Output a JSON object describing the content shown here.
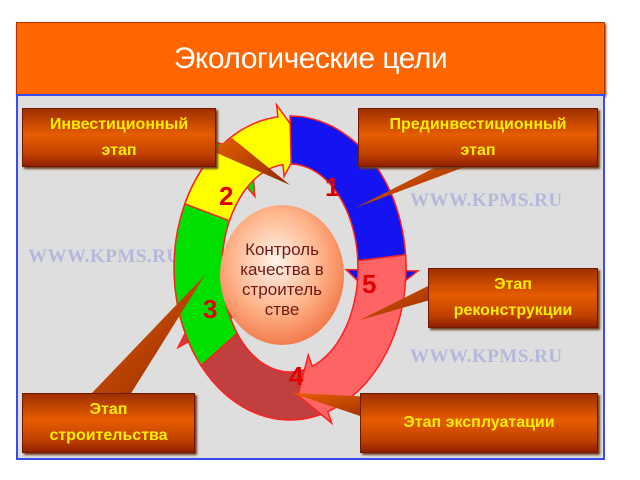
{
  "title": "Экологические цели",
  "center_label": [
    "Контроль",
    "качества в",
    "строитель",
    "стве"
  ],
  "stages": [
    {
      "number": "1",
      "label": [
        "Прединвестиционный",
        "этап"
      ],
      "color": "#1414f0"
    },
    {
      "number": "2",
      "label": [
        "Инвестиционный",
        "этап"
      ],
      "color": "#ffff00"
    },
    {
      "number": "3",
      "label": [
        "Этап",
        "строительства"
      ],
      "color": "#00e000"
    },
    {
      "number": "4",
      "label": [
        "Этап эксплуатации"
      ],
      "color": "#c04040"
    },
    {
      "number": "5",
      "label": [
        "Этап",
        "реконструкции"
      ],
      "color": "#ff6464"
    }
  ],
  "watermark": "WWW.KPMS.RU"
}
